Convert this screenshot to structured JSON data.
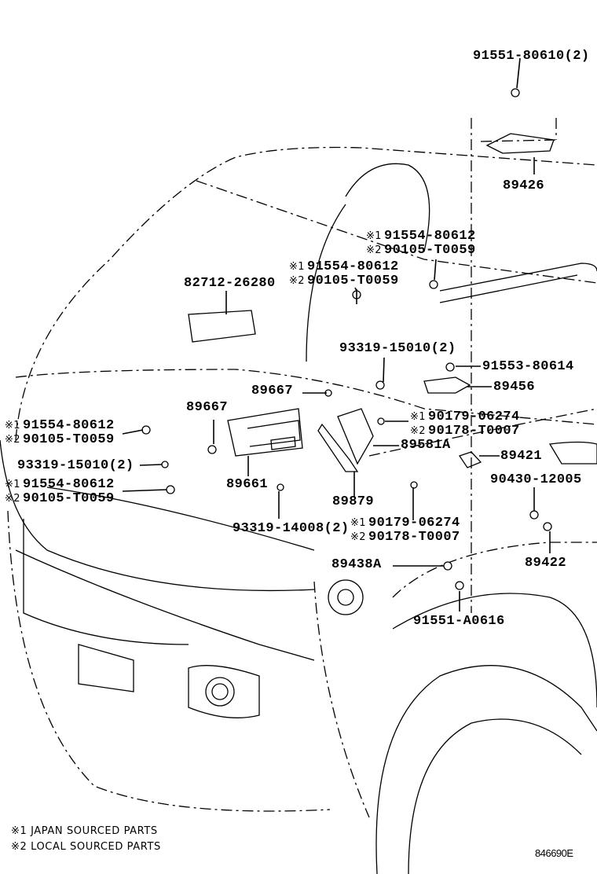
{
  "diagram": {
    "parts": {
      "p1": "91551-80610(2)",
      "p2": "89426",
      "p3a": "91554-80612",
      "p3b": "90105-T0059",
      "p4a": "91554-80612",
      "p4b": "90105-T0059",
      "p5": "82712-26280",
      "p6": "93319-15010(2)",
      "p7": "91553-80614",
      "p8": "89667",
      "p9": "89456",
      "p10": "89667",
      "p11a": "90179-06274",
      "p11b": "90178-T0007",
      "p12a": "91554-80612",
      "p12b": "90105-T0059",
      "p13": "89581A",
      "p14": "89421",
      "p15": "93319-15010(2)",
      "p16": "90430-12005",
      "p17a": "91554-80612",
      "p17b": "90105-T0059",
      "p18": "89661",
      "p19": "89879",
      "p20": "93319-14008(2)",
      "p21a": "90179-06274",
      "p21b": "90178-T0007",
      "p22": "89422",
      "p23": "89438A",
      "p24": "91551-A0616"
    },
    "markers": {
      "m1": "※1",
      "m2": "※2"
    },
    "notes": {
      "n1": "※1 JAPAN SOURCED PARTS",
      "n2": "※2 LOCAL SOURCED PARTS"
    },
    "illustration_code": "846690E"
  }
}
